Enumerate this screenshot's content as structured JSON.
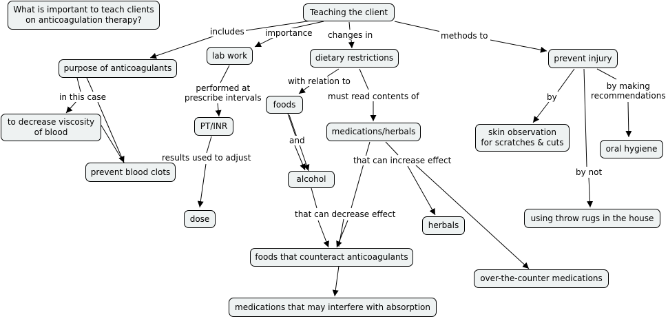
{
  "concept_map": {
    "nodes": {
      "question": "What is important to teach clients\non anticoagulation therapy?",
      "teaching": "Teaching the client",
      "purpose": "purpose of anticoagulants",
      "labwork": "lab work",
      "dietary": "dietary restrictions",
      "prevent_injury": "prevent injury",
      "viscosity": "to decrease viscosity\nof blood",
      "blood_clots": "prevent blood clots",
      "ptinr": "PT/INR",
      "dose": "dose",
      "foods": "foods",
      "alcohol": "alcohol",
      "medications_herbals": "medications/herbals",
      "foods_counteract": "foods that counteract anticoagulants",
      "meds_interfere": "medications that may interfere with absorption",
      "herbals": "herbals",
      "otc": "over-the-counter medications",
      "skin": "skin observation\nfor scratches & cuts",
      "oral": "oral hygiene",
      "throw_rugs": "using throw rugs in the house"
    },
    "link_labels": {
      "includes": "includes",
      "importance": "importance",
      "changes_in": "changes in",
      "methods_to": "methods to",
      "in_this_case": "in this case",
      "performed_at": "performed at\nprescribe intervals",
      "results_used": "results used to adjust",
      "with_relation": "with relation to",
      "must_read": "must read contents of",
      "and": "and",
      "increase_effect": "that can increase effect",
      "decrease_effect": "that can decrease effect",
      "by": "by",
      "by_making": "by making\nrecommendations",
      "by_not": "by not"
    }
  }
}
